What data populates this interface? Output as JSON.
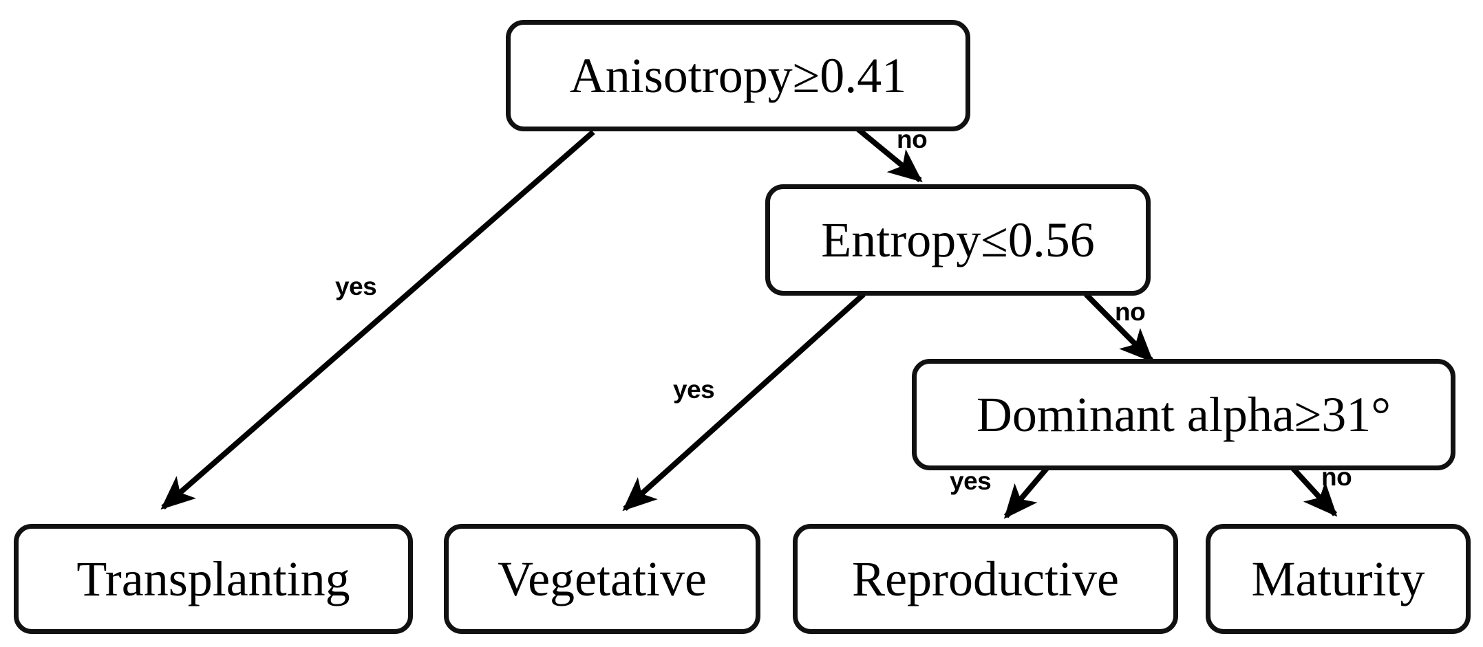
{
  "diagram": {
    "type": "decision-tree",
    "title": "",
    "root_id": "anisotropy",
    "nodes": [
      {
        "id": "anisotropy",
        "label": "Anisotropy≥0.41",
        "kind": "internal",
        "feature": "Anisotropy",
        "operator": "≥",
        "threshold": "0.41",
        "level": 0
      },
      {
        "id": "entropy",
        "label": "Entropy≤0.56",
        "kind": "internal",
        "feature": "Entropy",
        "operator": "≤",
        "threshold": "0.56",
        "level": 1
      },
      {
        "id": "dominant_alpha",
        "label": "Dominant alpha≥31°",
        "kind": "internal",
        "feature": "Dominant alpha",
        "operator": "≥",
        "threshold": "31°",
        "level": 2
      },
      {
        "id": "transplanting",
        "label": "Transplanting",
        "kind": "leaf",
        "level": 3
      },
      {
        "id": "vegetative",
        "label": "Vegetative",
        "kind": "leaf",
        "level": 3
      },
      {
        "id": "reproductive",
        "label": "Reproductive",
        "kind": "leaf",
        "level": 3
      },
      {
        "id": "maturity",
        "label": "Maturity",
        "kind": "leaf",
        "level": 3
      }
    ],
    "edges": [
      {
        "id": "e1",
        "from": "anisotropy",
        "to": "transplanting",
        "label": "yes"
      },
      {
        "id": "e2",
        "from": "anisotropy",
        "to": "entropy",
        "label": "no"
      },
      {
        "id": "e3",
        "from": "entropy",
        "to": "vegetative",
        "label": "yes"
      },
      {
        "id": "e4",
        "from": "entropy",
        "to": "dominant_alpha",
        "label": "no"
      },
      {
        "id": "e5",
        "from": "dominant_alpha",
        "to": "reproductive",
        "label": "yes"
      },
      {
        "id": "e6",
        "from": "dominant_alpha",
        "to": "maturity",
        "label": "no"
      }
    ],
    "colors": {
      "background": "#ffffff",
      "node_fill": "#ffffff",
      "node_border": "#111111",
      "text": "#000000",
      "edge": "#000000"
    }
  }
}
